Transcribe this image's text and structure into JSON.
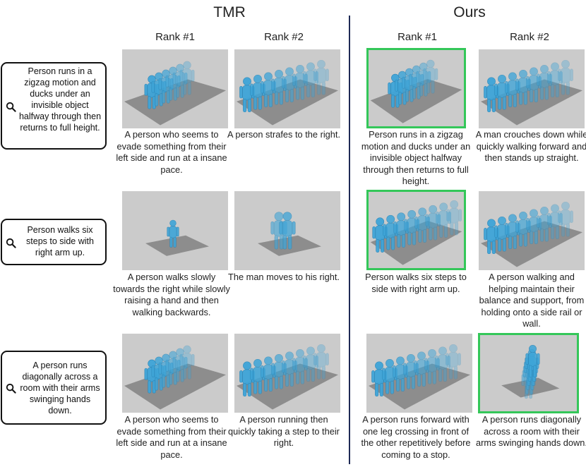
{
  "headers": {
    "tmr": "TMR",
    "ours": "Ours"
  },
  "rank_labels": {
    "rank1": "Rank #1",
    "rank2": "Rank #2"
  },
  "colors": {
    "highlight": "#34c759",
    "divider": "#1f2a55",
    "figure": "#3ea5d8",
    "backdrop": "#c9c9c9"
  },
  "icons": {
    "query": "search-icon"
  },
  "rows": [
    {
      "query": "Person runs in a zigzag motion and ducks under an invisible object halfway through then returns to full height.",
      "tmr": [
        {
          "caption": "A person who seems to evade something from their left side and run at a insane pace.",
          "correct": false
        },
        {
          "caption": "A person strafes to the right.",
          "correct": false
        }
      ],
      "ours": [
        {
          "caption": "Person runs in a zigzag motion and ducks under an invisible object halfway through then returns to full height.",
          "correct": true
        },
        {
          "caption": "A man crouches down while quickly walking forward and then stands up straight.",
          "correct": false
        }
      ]
    },
    {
      "query": "Person walks six steps to side with right arm up.",
      "tmr": [
        {
          "caption": "A person walks slowly towards the right while slowly raising a hand and then walking backwards.",
          "correct": false
        },
        {
          "caption": "The man moves to his right.",
          "correct": false
        }
      ],
      "ours": [
        {
          "caption": "Person walks six steps to side with right arm up.",
          "correct": true
        },
        {
          "caption": "A person walking and helping maintain their balance and support, from holding onto a side rail or wall.",
          "correct": false
        }
      ]
    },
    {
      "query": "A person runs diagonally across a room with their arms swinging hands down.",
      "tmr": [
        {
          "caption": "A person who seems to evade something from their left side and run at a insane pace.",
          "correct": false
        },
        {
          "caption": "A person running then quickly taking a step to their right.",
          "correct": false
        }
      ],
      "ours": [
        {
          "caption": "A person runs forward with one leg crossing in front of the other repetitively before coming to a stop.",
          "correct": false
        },
        {
          "caption": "A person runs diagonally across a room with their arms swinging hands down.",
          "correct": true
        }
      ]
    }
  ]
}
